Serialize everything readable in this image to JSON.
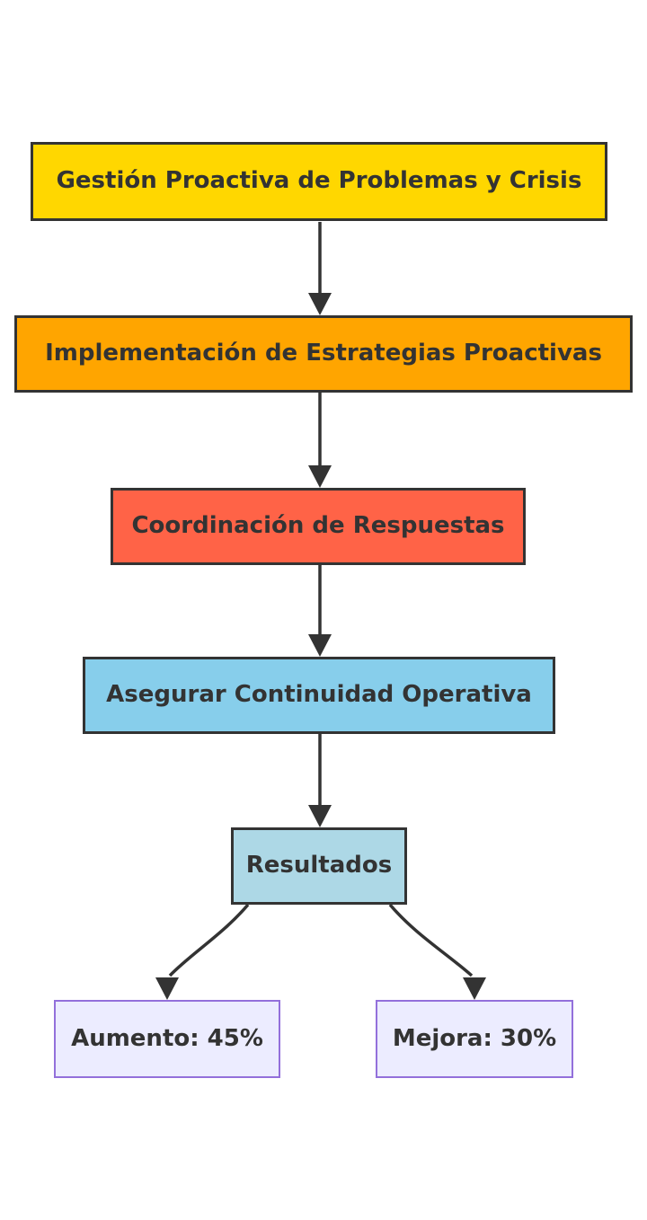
{
  "page": {
    "background": "#FFFFFF"
  },
  "diagram": {
    "type": "flowchart",
    "direction": "top-down",
    "colors": {
      "edge": "#333333",
      "text": "#333333",
      "background": "#FFFFFF",
      "result_node_fill": "#ECECFF",
      "result_node_border": "#9370DB"
    },
    "nodes": [
      {
        "id": "gestion",
        "label": "Gestión Proactiva de Problemas y Crisis",
        "fill": "#FFD700",
        "border": "#333333"
      },
      {
        "id": "implementacion",
        "label": "Implementación de Estrategias Proactivas",
        "fill": "#FFA500",
        "border": "#333333"
      },
      {
        "id": "coordinacion",
        "label": "Coordinación de Respuestas",
        "fill": "#FF6347",
        "border": "#333333"
      },
      {
        "id": "asegurar",
        "label": "Asegurar Continuidad Operativa",
        "fill": "#87CEEB",
        "border": "#333333"
      },
      {
        "id": "resultados",
        "label": "Resultados",
        "fill": "#ADD8E6",
        "border": "#333333"
      },
      {
        "id": "aumento",
        "label": "Aumento: 45%",
        "fill": "#ECECFF",
        "border": "#9370DB"
      },
      {
        "id": "mejora",
        "label": "Mejora: 30%",
        "fill": "#ECECFF",
        "border": "#9370DB"
      }
    ],
    "edges": [
      {
        "from": "gestion",
        "to": "implementacion"
      },
      {
        "from": "implementacion",
        "to": "coordinacion"
      },
      {
        "from": "coordinacion",
        "to": "asegurar"
      },
      {
        "from": "asegurar",
        "to": "resultados"
      },
      {
        "from": "resultados",
        "to": "aumento"
      },
      {
        "from": "resultados",
        "to": "mejora"
      }
    ]
  }
}
